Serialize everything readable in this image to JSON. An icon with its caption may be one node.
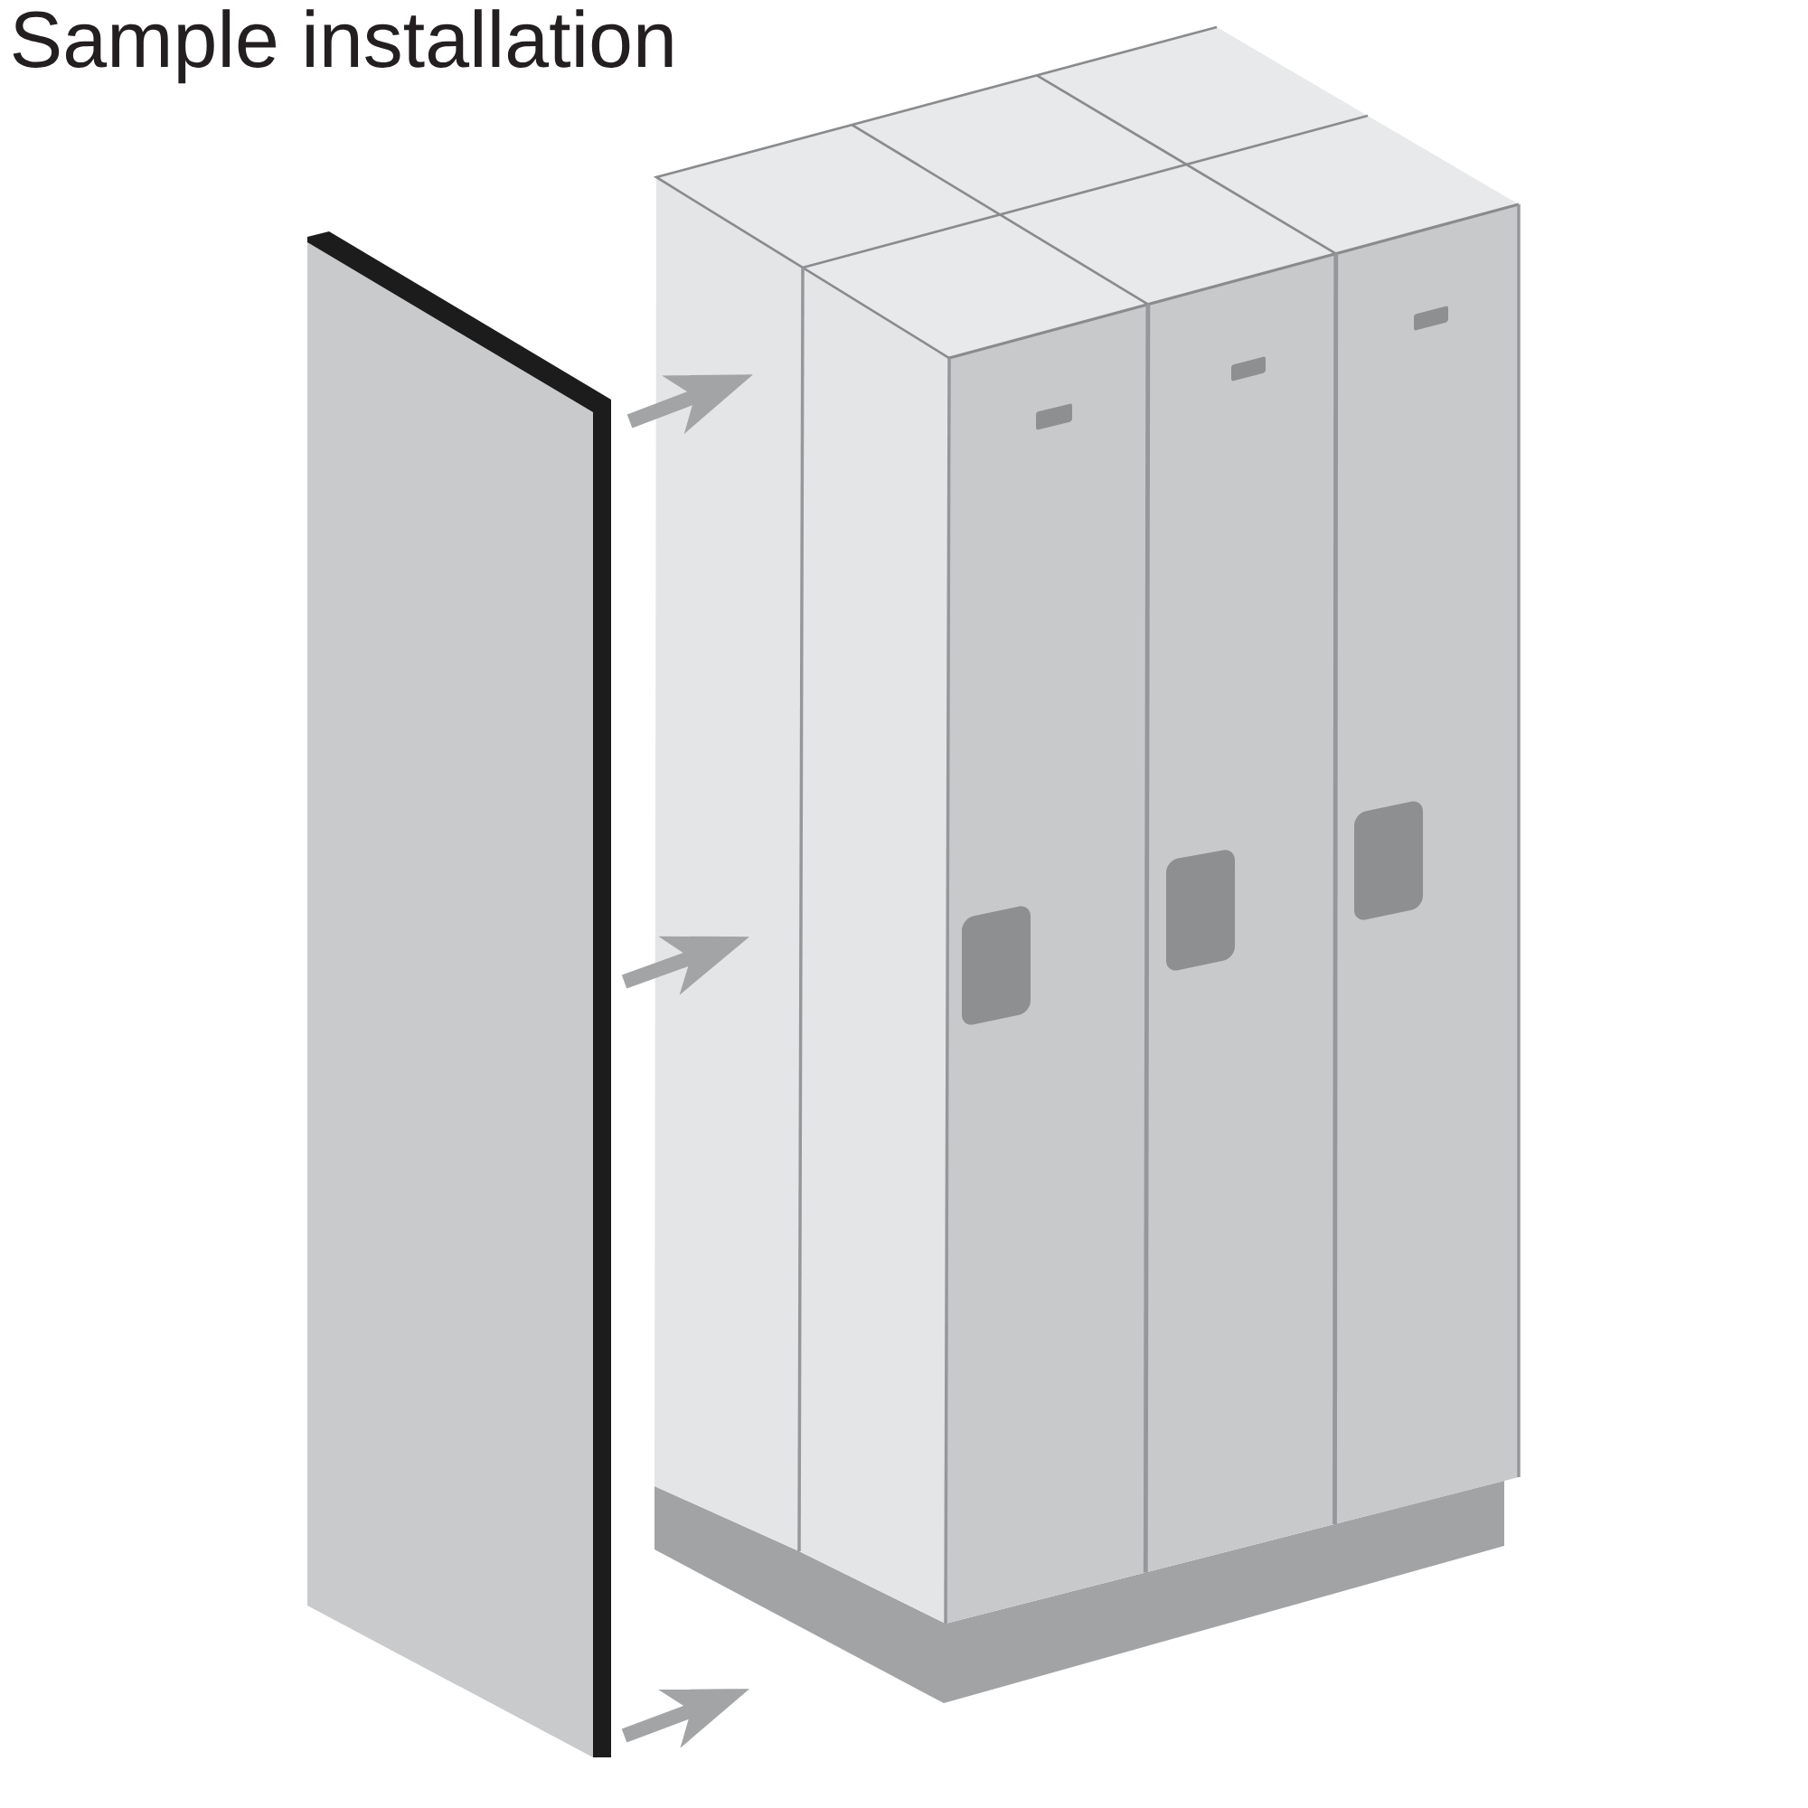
{
  "diagram": {
    "title": "Sample installation",
    "nodes": [
      {
        "text": [],
        "shape": "picture"
      },
      {
        "text": [],
        "shape": "picture"
      }
    ],
    "edges": [
      {
        "from": 0,
        "to": 1,
        "arrow": "to"
      },
      {
        "from": 0,
        "to": 1,
        "arrow": "to"
      },
      {
        "from": 0,
        "to": 1,
        "arrow": "to"
      }
    ]
  }
}
